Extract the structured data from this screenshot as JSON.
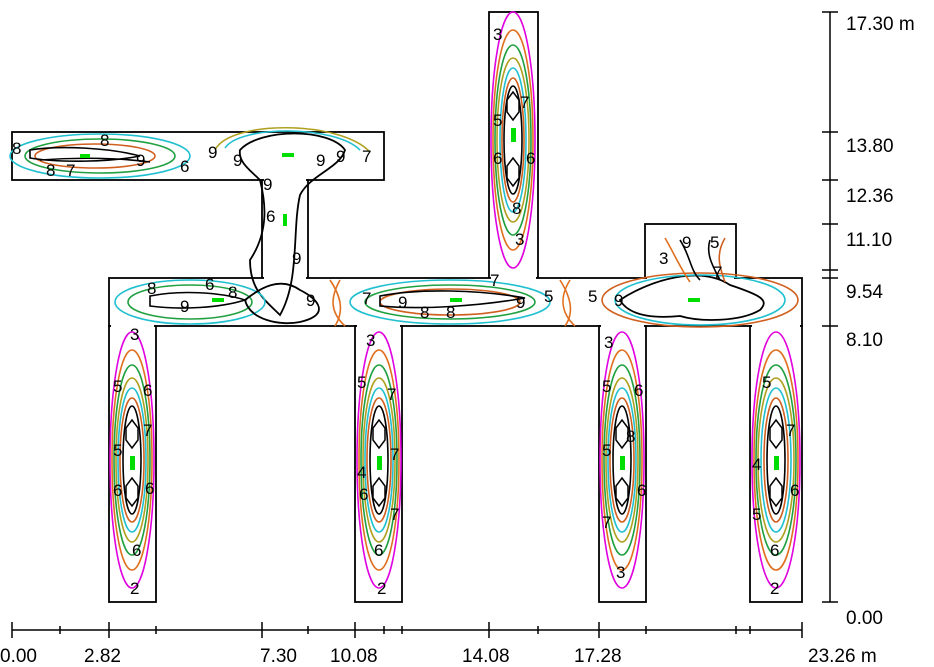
{
  "x_axis": {
    "unit": "m",
    "labels": [
      "0.00",
      "2.82",
      "7.30",
      "10.08",
      "14.08",
      "17.28",
      "23.26 m"
    ]
  },
  "y_axis": {
    "unit": "m",
    "labels": [
      "17.30 m",
      "13.80",
      "12.36",
      "11.10",
      "9.54",
      "8.10",
      "0.00"
    ]
  },
  "contour_labels": [
    "2",
    "3",
    "4",
    "5",
    "6",
    "7",
    "8",
    "9"
  ],
  "colors": {
    "outline": "#000000",
    "level_2": "#e000e0",
    "level_3": "#e07020",
    "level_4": "#20c0d0",
    "level_5": "#b0a020",
    "level_6": "#20a040",
    "level_7": "#d06020",
    "level_8": "#10b0b0",
    "peak": "#00dd00"
  }
}
